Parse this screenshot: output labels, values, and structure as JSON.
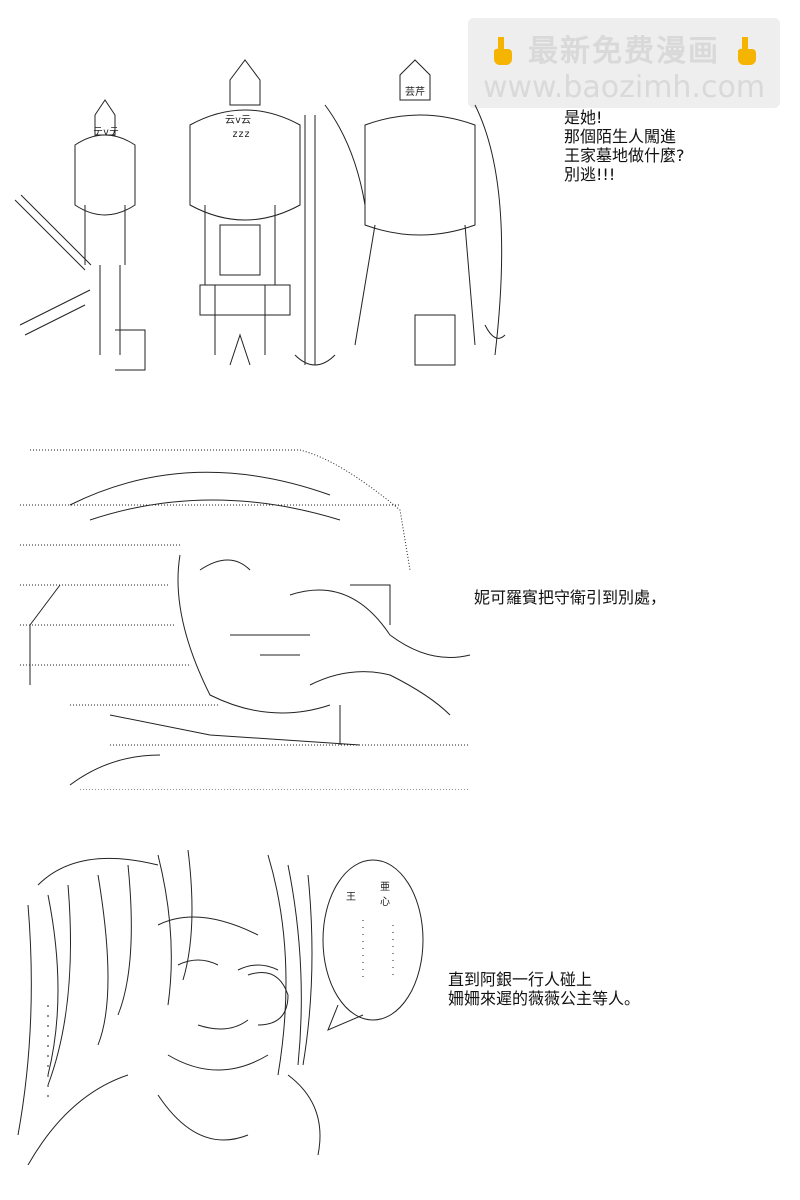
{
  "watermark": {
    "line1": "最新免费漫画",
    "line2": "www.baozimh.com",
    "icon": "pointing-hand-icon",
    "icon_color": "#f4b400"
  },
  "panels": [
    {
      "caption": "是她!\n那個陌生人闖進\n王家墓地做什麼?\n別逃!!!",
      "art_labels": [
        "芸芹",
        "云v云",
        "zzz",
        "テvテ"
      ]
    },
    {
      "caption": "妮可羅賓把守衛引到別處，",
      "art_labels": []
    },
    {
      "caption": "直到阿銀一行人碰上\n姍姍來遲的薇薇公主等人。",
      "art_labels": [
        "亜",
        "心",
        "王"
      ]
    }
  ]
}
